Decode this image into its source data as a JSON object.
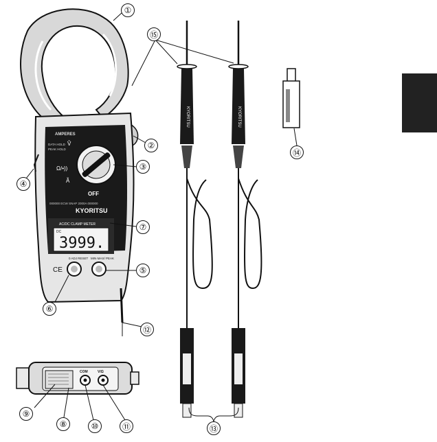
{
  "device_text": {
    "brand": "KYORITSU",
    "model_line": "AC/DC CLAMP METER",
    "display_mode": "DC",
    "display_value": "3999.",
    "amperes_label": "AMPERES",
    "hold_label": "DATA HOLD",
    "peak_label": "PEAK HOLD",
    "warning_strip": "000000 ECW SNAP 2000A 000000",
    "dial_off": "OFF",
    "dial_volt_ac": "Ṽ",
    "dial_ohm": "Ω/•))",
    "dial_amp": "Ã",
    "btn_left_label": "0 ADJ RESET",
    "btn_right_label": "MIN·MAX/ PEAK",
    "jack_com": "COM",
    "jack_v": "V/Ω",
    "ce_mark": "CE",
    "lead_brand": "KYORITSU"
  },
  "callouts": {
    "c1": "①",
    "c2": "②",
    "c3": "③",
    "c4": "④",
    "c5": "⑤",
    "c6": "⑥",
    "c7": "⑦",
    "c8": "⑧",
    "c9": "⑨",
    "c10": "⑩",
    "c11": "⑪",
    "c12": "⑫",
    "c13": "⑬",
    "c14": "⑭",
    "c15": "⑮"
  }
}
